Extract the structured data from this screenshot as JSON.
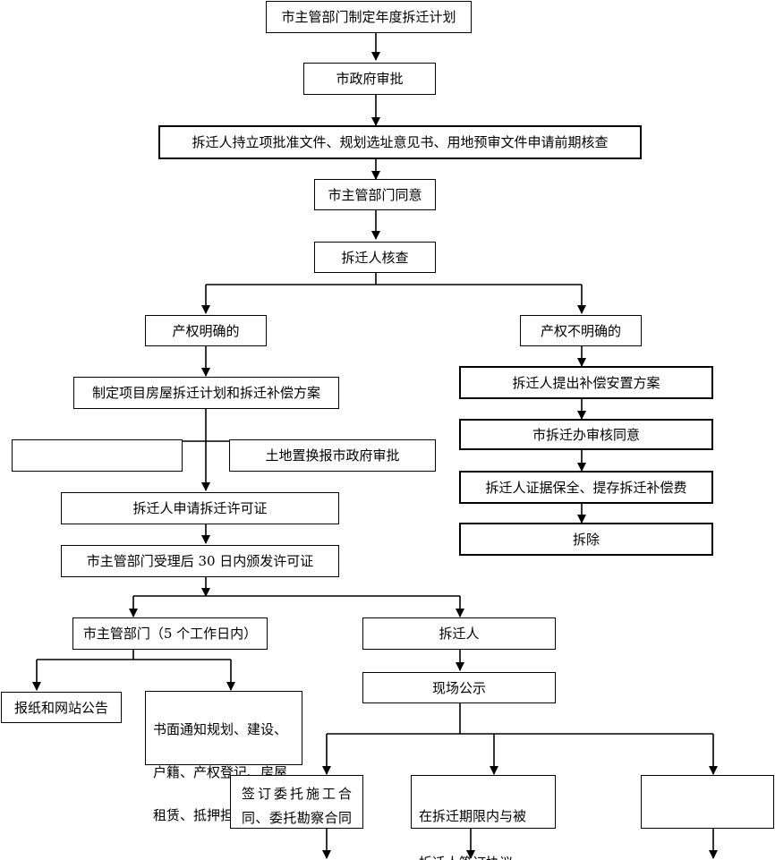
{
  "flowchart": {
    "nodes": {
      "plan": "市主管部门制定年度拆迁计划",
      "gov_approve": "市政府审批",
      "pre_check": "拆迁人持立项批准文件、规划选址意见书、用地预审文件申请前期核查",
      "dept_agree": "市主管部门同意",
      "verify": "拆迁人核查",
      "clear_title": "产权明确的",
      "unclear_title": "产权不明确的",
      "make_plan": "制定项目房屋拆迁计划和拆迁补偿方案",
      "blank_left": "",
      "land_swap": "土地置换报市政府审批",
      "apply_permit": "拆迁人申请拆迁许可证",
      "issue_permit": "市主管部门受理后 30 日内颁发许可证",
      "propose_plan": "拆迁人提出补偿安置方案",
      "office_approve": "市拆迁办审核同意",
      "preserve": "拆迁人证据保全、提存拆迁补偿费",
      "demolish": "拆除",
      "dept_5days": "市主管部门（5 个工作日内）",
      "demolisher": "拆迁人",
      "newspaper": "报纸和网站公告",
      "notify_lines": [
        "书面通知规划、建设、",
        "户籍、产权登记、房屋",
        "租赁、抵押担保等部门"
      ],
      "onsite": "现场公示",
      "contract_lines": [
        "签订委托施工合",
        "同、委托勘察合同"
      ],
      "agreement_lines": [
        "在拆迁期限内与被",
        "拆迁人签订协议"
      ],
      "blank_right": ""
    }
  }
}
